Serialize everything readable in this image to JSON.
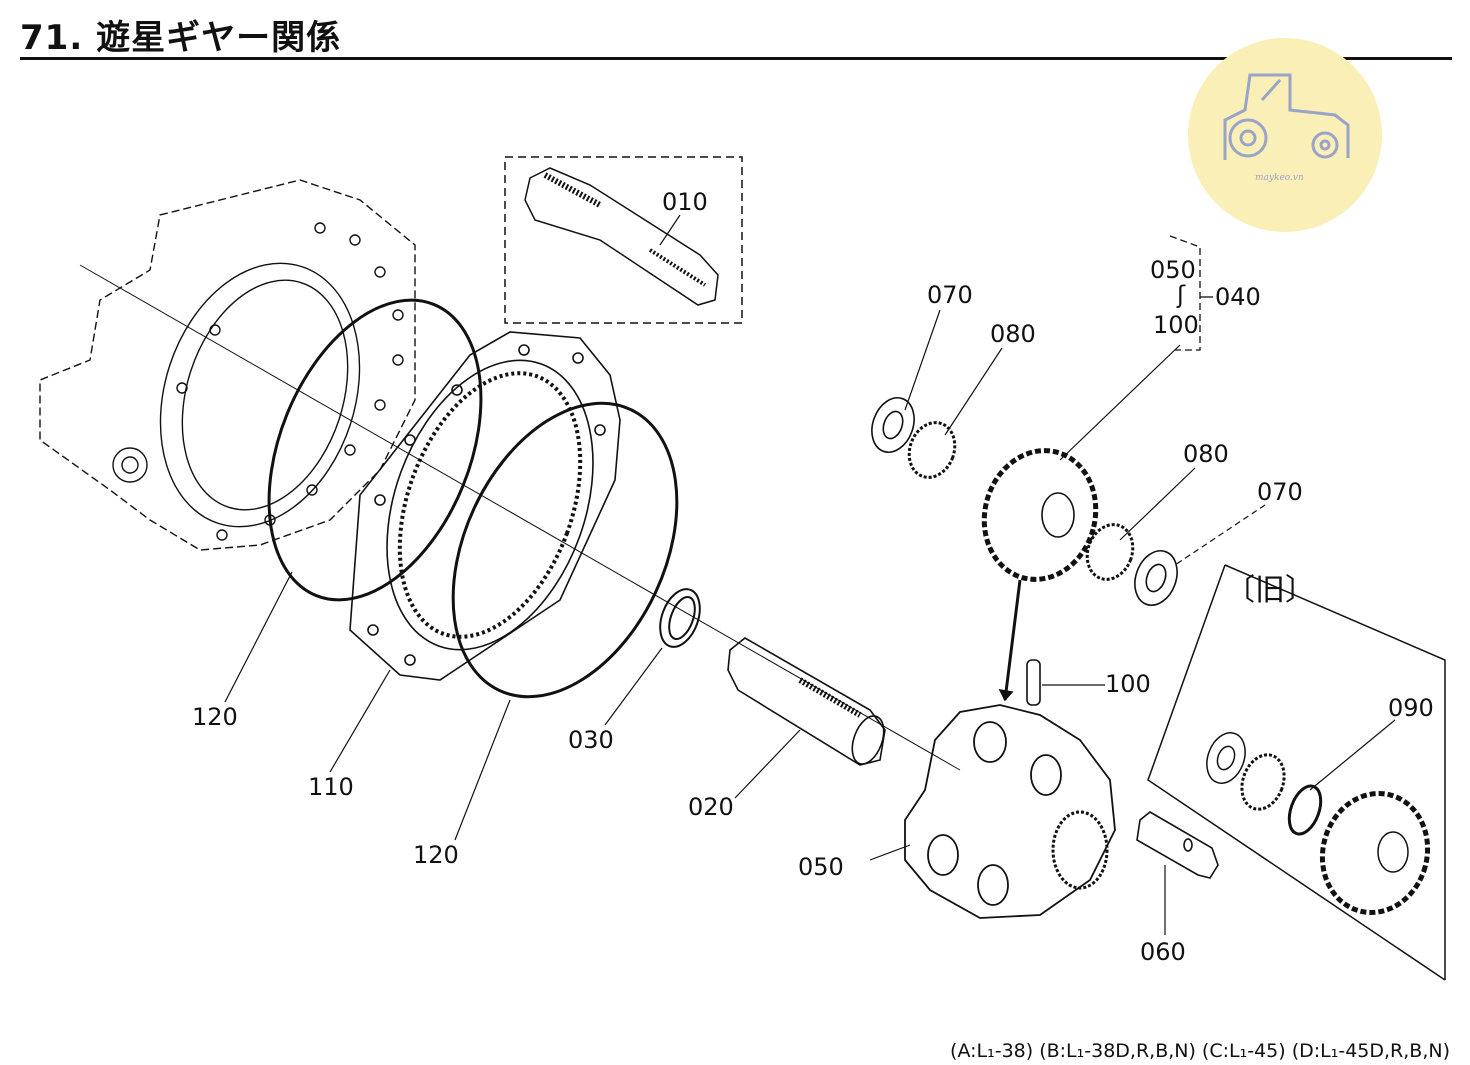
{
  "title": "71. 遊星ギヤー関係",
  "watermark": {
    "text": "maykeo.vn",
    "bg_color": "#fbefb8",
    "icon_color": "#9aa3c8"
  },
  "old_type_label": "〔旧〕",
  "parts": {
    "p010": "010",
    "p020": "020",
    "p030": "030",
    "p040": "040",
    "p050_upper": "050",
    "p050": "050",
    "p060": "060",
    "p070_left": "070",
    "p070_right": "070",
    "p080_left": "080",
    "p080_right": "080",
    "p090": "090",
    "p100_upper": "100",
    "p100": "100",
    "p110": "110",
    "p120_left": "120",
    "p120_right": "120",
    "range_mark": "ʃ"
  },
  "footer": "(A:L₁-38) (B:L₁-38D,R,B,N) (C:L₁-45) (D:L₁-45D,R,B,N)"
}
